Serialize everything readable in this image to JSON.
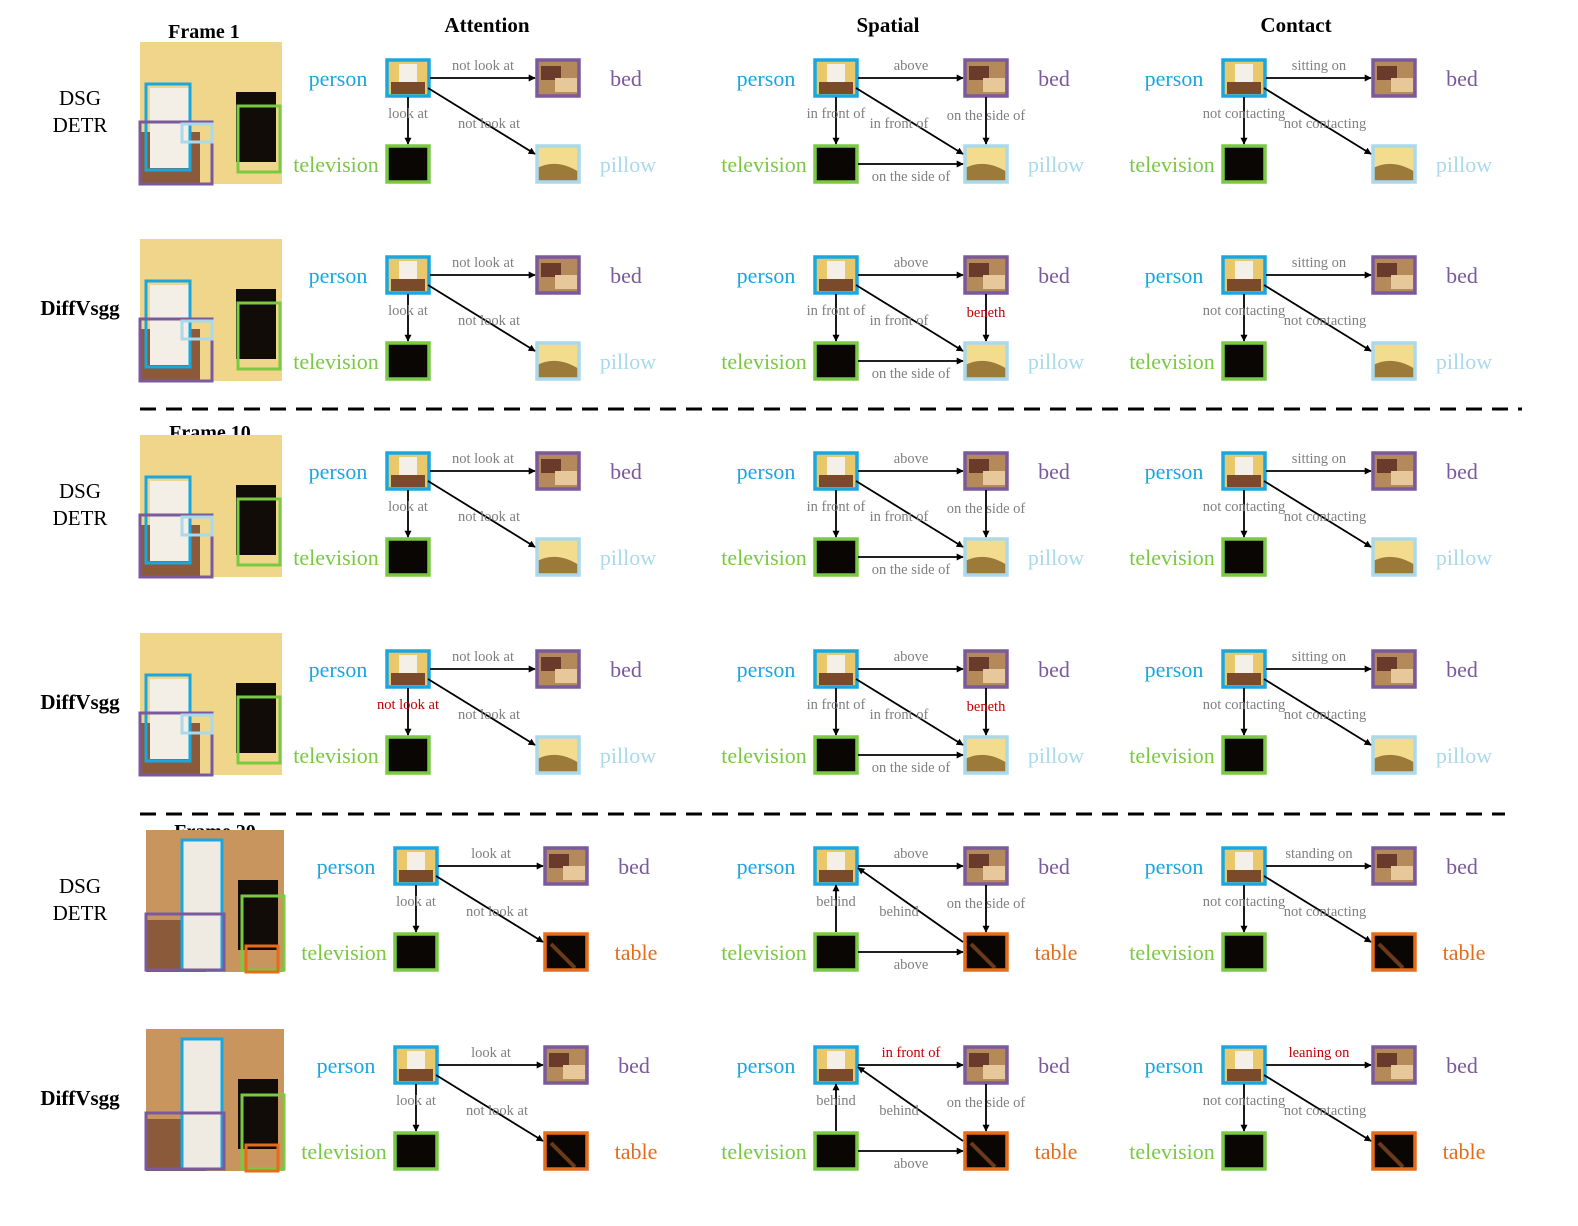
{
  "column_headers": [
    "Attention",
    "Spatial",
    "Contact"
  ],
  "frame_labels": [
    "Frame 1",
    "Frame 10",
    "Frame 20"
  ],
  "colors": {
    "person": "#1aa7e0",
    "television": "#7ac943",
    "bed": "#7a5a9c",
    "pillow": "#a9d9ea",
    "table": "#e46c1a",
    "edge_text": "#7f7f7f",
    "highlight": "#c00000",
    "arrow": "#000000"
  },
  "rows": [
    {
      "method": [
        "DSG",
        "DETR"
      ],
      "bold": false,
      "objects": [
        "person",
        "bed",
        "television",
        "pillow"
      ],
      "panels": [
        [
          "not look at",
          "look at",
          "not look at",
          ""
        ],
        [
          "above",
          "in front of",
          "in front of",
          "on the side of",
          "on the side of"
        ],
        [
          "sitting on",
          "not contacting",
          "not contacting"
        ]
      ],
      "highlights": []
    },
    {
      "method": [
        "DiffVsgg"
      ],
      "bold": true,
      "objects": [
        "person",
        "bed",
        "television",
        "pillow"
      ],
      "panels": [
        [
          "not look at",
          "look at",
          "not look at",
          ""
        ],
        [
          "above",
          "in front of",
          "in front of",
          "beneth",
          "on the side of"
        ],
        [
          "sitting on",
          "not contacting",
          "not contacting"
        ]
      ],
      "highlights": [
        "1-3"
      ]
    },
    {
      "method": [
        "DSG",
        "DETR"
      ],
      "bold": false,
      "objects": [
        "person",
        "bed",
        "television",
        "pillow"
      ],
      "panels": [
        [
          "not look at",
          "look at",
          "not look at",
          ""
        ],
        [
          "above",
          "in front of",
          "in front of",
          "on the side of",
          "on the side of"
        ],
        [
          "sitting on",
          "not contacting",
          "not contacting"
        ]
      ],
      "highlights": []
    },
    {
      "method": [
        "DiffVsgg"
      ],
      "bold": true,
      "objects": [
        "person",
        "bed",
        "television",
        "pillow"
      ],
      "panels": [
        [
          "not look at",
          "not look at",
          "not look at",
          ""
        ],
        [
          "above",
          "in front of",
          "in front of",
          "beneth",
          "on the side of"
        ],
        [
          "sitting on",
          "not contacting",
          "not contacting"
        ]
      ],
      "highlights": [
        "0-1",
        "1-3"
      ]
    },
    {
      "method": [
        "DSG",
        "DETR"
      ],
      "bold": false,
      "objects": [
        "person",
        "bed",
        "television",
        "table"
      ],
      "panels": [
        [
          "look at",
          "look at",
          "not look at",
          ""
        ],
        [
          "above",
          "behind",
          "behind",
          "on the side of",
          "above"
        ],
        [
          "standing on",
          "not contacting",
          "not contacting"
        ]
      ],
      "highlights": []
    },
    {
      "method": [
        "DiffVsgg"
      ],
      "bold": true,
      "objects": [
        "person",
        "bed",
        "television",
        "table"
      ],
      "panels": [
        [
          "look at",
          "look at",
          "not look at",
          ""
        ],
        [
          "in front of",
          "behind",
          "behind",
          "on the side of",
          "above"
        ],
        [
          "leaning on",
          "not contacting",
          "not contacting"
        ]
      ],
      "highlights": [
        "1-0",
        "2-0"
      ]
    }
  ]
}
